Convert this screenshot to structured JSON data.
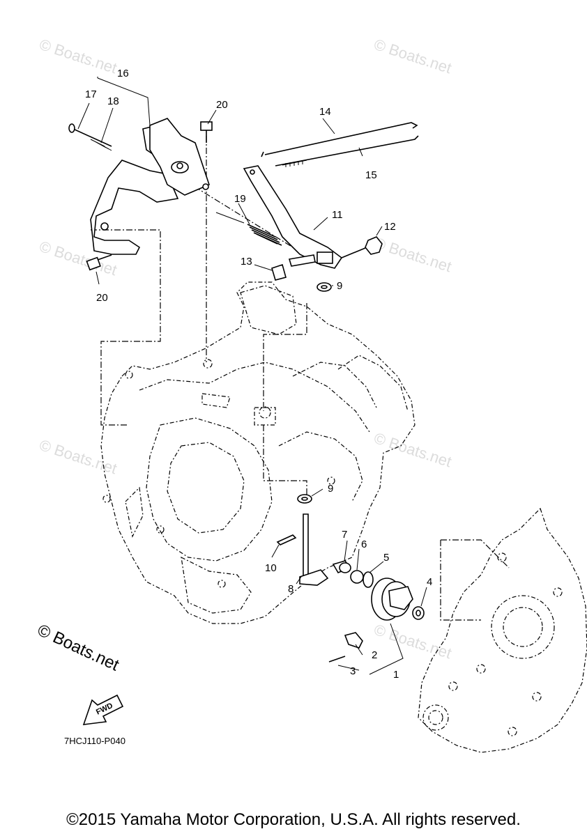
{
  "watermark": "© Boats.net",
  "watermark_bold": "© Boats.net",
  "part_labels": [
    "1",
    "2",
    "3",
    "4",
    "5",
    "6",
    "7",
    "8",
    "9",
    "10",
    "11",
    "12",
    "13",
    "14",
    "15",
    "16",
    "17",
    "18",
    "19",
    "20"
  ],
  "fwd_label": "FWD",
  "diagram_code": "7HCJ110-P040",
  "copyright": "©2015 Yamaha Motor Corporation, U.S.A. All rights reserved."
}
